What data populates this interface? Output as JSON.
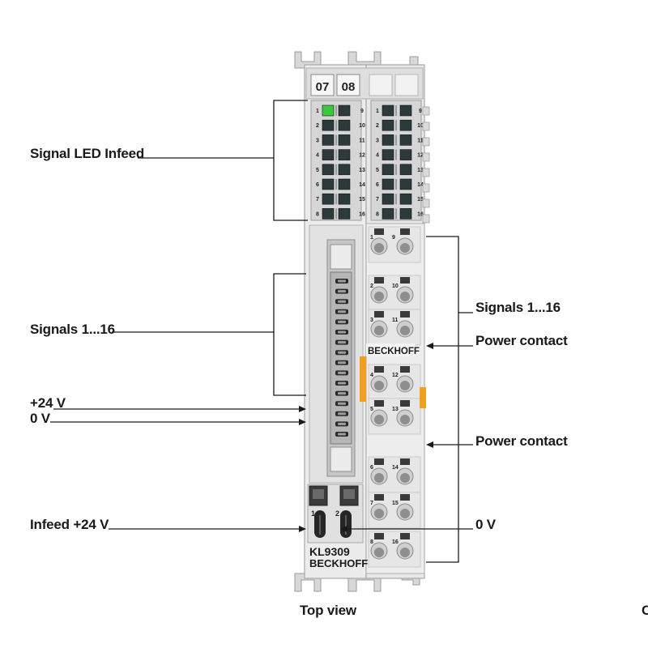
{
  "device": {
    "channel_numbers": [
      "07",
      "08"
    ],
    "model": "KL9309",
    "brand": "BECKHOFF",
    "side_brand": "BECKHOFF",
    "led_numbers_left": [
      "1",
      "2",
      "3",
      "4",
      "5",
      "6",
      "7",
      "8"
    ],
    "led_numbers_right": [
      "9",
      "10",
      "11",
      "12",
      "13",
      "14",
      "15",
      "16"
    ],
    "terminal_pairs": [
      [
        "1",
        "9"
      ],
      [
        "2",
        "10"
      ],
      [
        "3",
        "11"
      ],
      [
        "4",
        "12"
      ],
      [
        "5",
        "13"
      ],
      [
        "6",
        "14"
      ],
      [
        "7",
        "15"
      ],
      [
        "8",
        "16"
      ]
    ],
    "infeed_numbers": [
      "1",
      "2"
    ],
    "active_led_color": "#3cc83c",
    "contact_accent_color": "#f0a020"
  },
  "labels": {
    "signal_led_infeed": "Signal LED Infeed",
    "signals_left": "Signals 1...16",
    "plus24v": "+24 V",
    "zero_v_left": "0 V",
    "infeed_24v": "Infeed +24 V",
    "signals_right": "Signals 1...16",
    "power_contact_1": "Power contact",
    "power_contact_2": "Power contact",
    "zero_v_right": "0 V",
    "top_view": "Top view",
    "cut_off": "C"
  }
}
